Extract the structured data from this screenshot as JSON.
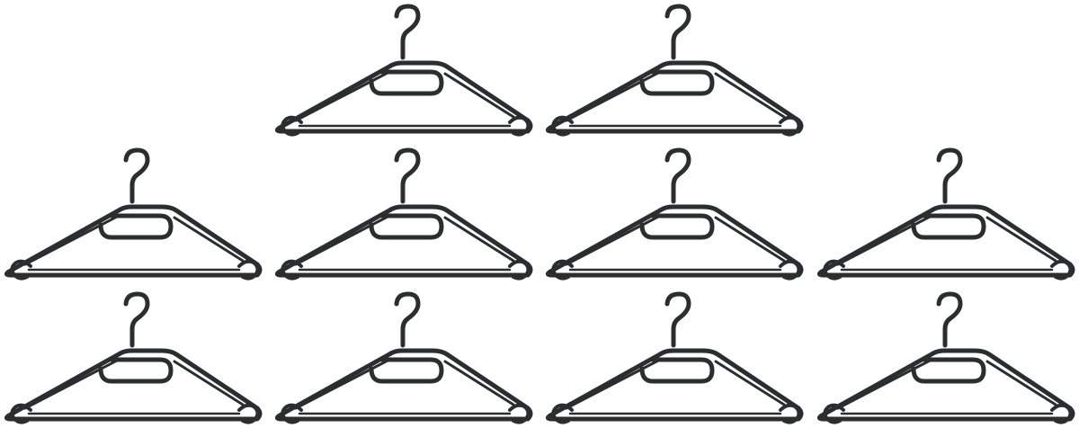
{
  "scene": {
    "subject": "clothes-hanger",
    "hanger_count": 10,
    "rows": [
      2,
      4,
      4
    ],
    "background_color": "#ffffff",
    "hanger_color": "#2b2d2f",
    "hanger_inner_color": "#ffffff"
  }
}
